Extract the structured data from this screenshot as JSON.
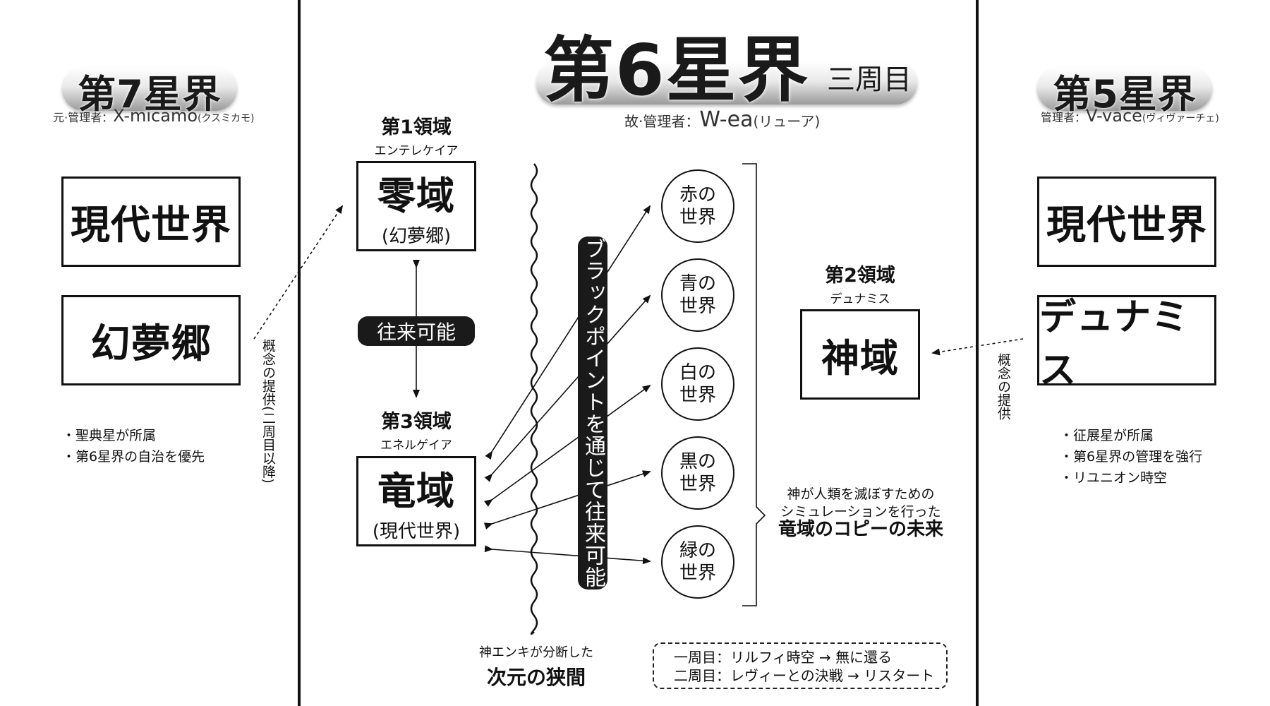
{
  "left": {
    "title": "第7星界",
    "admin_prefix": "元·管理者：",
    "admin_name": "X-micamo",
    "admin_reading": "(クスミカモ)",
    "box1": "現代世界",
    "box2": "幻夢郷",
    "bullets": [
      "・聖典星が所属",
      "・第6星界の自治を優先"
    ],
    "link_label": "概念の提供(二周目以降)"
  },
  "center": {
    "title": "第6星界",
    "suffix": "三周目",
    "admin_prefix": "故·管理者：",
    "admin_name": "W-ea",
    "admin_reading": "(リューア)",
    "realm1": {
      "name": "第1領域",
      "kana": "エンテレケイア",
      "box": "零域",
      "sub": "(幻夢郷)"
    },
    "realm3": {
      "name": "第3領域",
      "kana": "エネルゲイア",
      "box": "竜域",
      "sub": "(現代世界)"
    },
    "realm2": {
      "name": "第2領域",
      "kana": "デュナミス",
      "box": "神域"
    },
    "travel_label": "往来可能",
    "blackpoint_label": "ブラックポイントを通じて往来可能",
    "worlds": [
      "赤の\n世界",
      "青の\n世界",
      "白の\n世界",
      "黒の\n世界",
      "緑の\n世界"
    ],
    "sim_line1": "神が人類を滅ぼすための",
    "sim_line2": "シミュレーションを行った",
    "sim_line3": "竜域のコピーの未来",
    "gap_line1": "神エンキが分断した",
    "gap_line2": "次元の狭間",
    "cycle1": "一周目：リルフィ時空 → 無に還る",
    "cycle2": "二周目：レヴィーとの決戦 → リスタート"
  },
  "right": {
    "title": "第5星界",
    "admin_prefix": "管理者：",
    "admin_name": "V-vace",
    "admin_reading": "(ヴィヴァーチェ)",
    "box1": "現代世界",
    "box2": "デュナミス",
    "bullets": [
      "・征展星が所属",
      "・第6星界の管理を強行",
      "・リユニオン時空"
    ],
    "link_label": "概念の提供"
  }
}
